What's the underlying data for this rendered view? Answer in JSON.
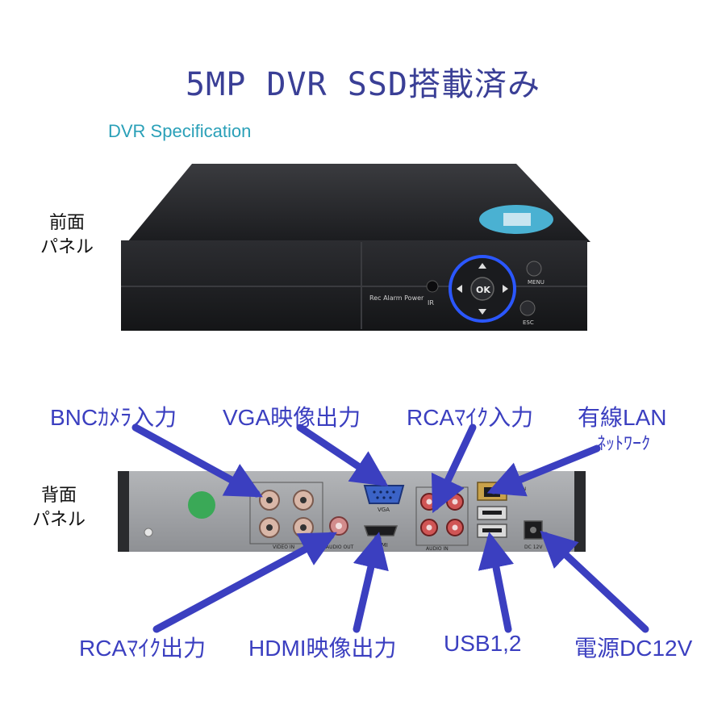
{
  "title": "5MP DVR SSD搭載済み",
  "subtitle": "DVR Specification",
  "front_panel": {
    "label_line1": "前面",
    "label_line2": "パネル",
    "indicators": "Rec  Alarm  Power",
    "ir_label": "IR",
    "ok_label": "OK",
    "menu_label": "MENU",
    "esc_label": "ESC"
  },
  "rear_panel": {
    "label_line1": "背面",
    "label_line2": "パネル",
    "video_in_label": "VIDEO IN",
    "audio_out_label": "AUDIO OUT",
    "vga_label": "VGA",
    "hdmi_label": "HDMI",
    "audio_in_label": "AUDIO IN",
    "lan_label": "LAN",
    "dc_label": "DC 12V"
  },
  "callouts": {
    "bnc": "BNCｶﾒﾗ入力",
    "vga": "VGA映像出力",
    "rca_in": "RCAﾏｲｸ入力",
    "lan_line1": "有線LAN",
    "lan_line2": "ﾈｯﾄﾜｰｸ",
    "rca_out": "RCAﾏｲｸ出力",
    "hdmi": "HDMI映像出力",
    "usb": "USB1,2",
    "power": "電源DC12V"
  },
  "colors": {
    "title": "#3a3f96",
    "subtitle": "#2aa0b8",
    "callout": "#3b3fc0",
    "device_body": "#1e1f22",
    "rear_panel": "#9a9ca0",
    "ring": "#2b57ff"
  }
}
